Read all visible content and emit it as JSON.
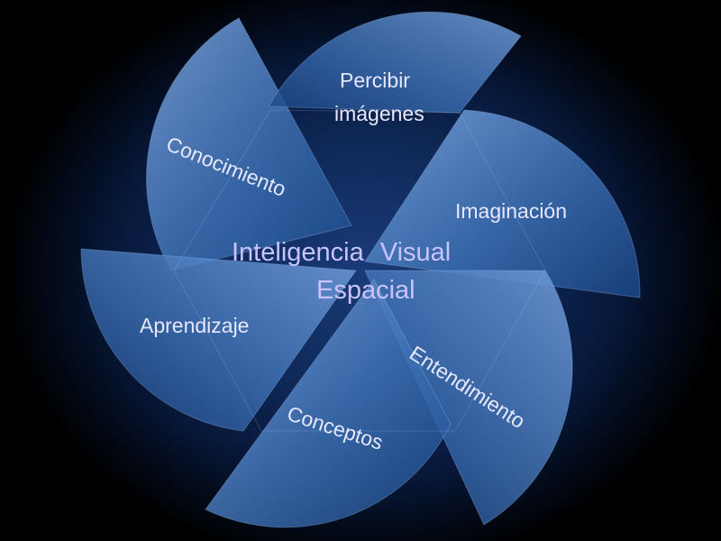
{
  "center": {
    "line1": "Inteligencia  Visual",
    "line2": "Espacial"
  },
  "petals": {
    "percibir_line1": "Percibir",
    "percibir_line2": "imágenes",
    "conocimiento": "Conocimiento",
    "imaginacion": "Imaginación",
    "aprendizaje": "Aprendizaje",
    "entendimiento": "Entendimiento",
    "conceptos": "Conceptos"
  },
  "colors": {
    "background": "#000000",
    "glow": "#1a3b78",
    "petal_light": "#6e99d6",
    "petal_dark": "#1d4f92",
    "label_text": "#e6e8ff",
    "center_text": "#c9c3ff"
  }
}
